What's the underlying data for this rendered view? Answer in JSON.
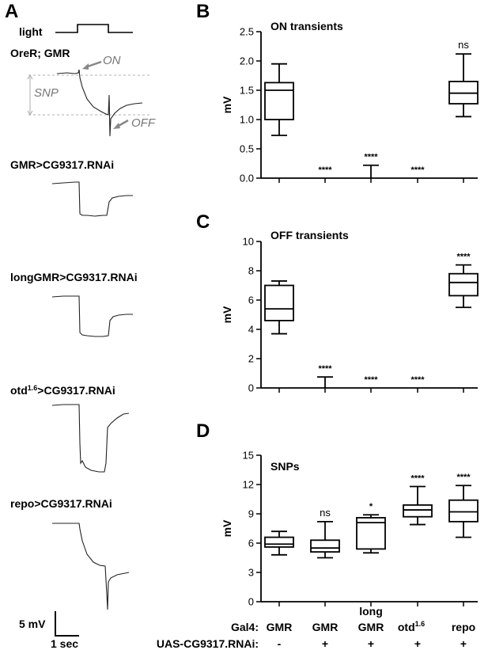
{
  "panelA": {
    "letter": "A",
    "light_label": "light",
    "traces": [
      {
        "label_main": "OreR; GMR",
        "label_sup": ""
      },
      {
        "label_main": "GMR>CG9317.RNAi",
        "label_sup": ""
      },
      {
        "label_main": "longGMR>CG9317.RNAi",
        "label_sup": ""
      },
      {
        "label_main": "otd",
        "label_sup": "1.6",
        "label_rest": ">CG9317.RNAi"
      },
      {
        "label_main": "repo>CG9317.RNAi",
        "label_sup": ""
      }
    ],
    "on_label": "ON",
    "off_label": "OFF",
    "snp_label": "SNP",
    "scale_mv": "5 mV",
    "scale_sec": "1 sec"
  },
  "chart_data": [
    {
      "letter": "B",
      "type": "box",
      "title": "ON transients",
      "ylabel": "mV",
      "ylim": [
        0,
        2.5
      ],
      "yticks": [
        "0.0",
        "0.5",
        "1.0",
        "1.5",
        "2.0",
        "2.5"
      ],
      "ytick_values": [
        0,
        0.5,
        1.0,
        1.5,
        2.0,
        2.5
      ],
      "boxes": [
        {
          "min": 0.73,
          "q1": 1.0,
          "median": 1.5,
          "q3": 1.63,
          "max": 1.95,
          "sig": ""
        },
        {
          "min": 0,
          "q1": 0,
          "median": 0,
          "q3": 0,
          "max": 0,
          "sig": "****"
        },
        {
          "min": 0,
          "q1": 0,
          "median": 0,
          "q3": 0,
          "max": 0.22,
          "sig": "****"
        },
        {
          "min": 0,
          "q1": 0,
          "median": 0,
          "q3": 0,
          "max": 0,
          "sig": "****"
        },
        {
          "min": 1.05,
          "q1": 1.27,
          "median": 1.45,
          "q3": 1.65,
          "max": 2.12,
          "sig": "ns"
        }
      ]
    },
    {
      "letter": "C",
      "type": "box",
      "title": "OFF transients",
      "ylabel": "mV",
      "ylim": [
        0,
        10
      ],
      "yticks": [
        "0",
        "2",
        "4",
        "6",
        "8",
        "10"
      ],
      "ytick_values": [
        0,
        2,
        4,
        6,
        8,
        10
      ],
      "boxes": [
        {
          "min": 3.7,
          "q1": 4.6,
          "median": 5.4,
          "q3": 7.0,
          "max": 7.3,
          "sig": ""
        },
        {
          "min": 0,
          "q1": 0,
          "median": 0,
          "q3": 0,
          "max": 0.75,
          "sig": "****"
        },
        {
          "min": 0,
          "q1": 0,
          "median": 0,
          "q3": 0,
          "max": 0,
          "sig": "****"
        },
        {
          "min": 0,
          "q1": 0,
          "median": 0,
          "q3": 0,
          "max": 0,
          "sig": "****"
        },
        {
          "min": 5.5,
          "q1": 6.3,
          "median": 7.2,
          "q3": 7.8,
          "max": 8.4,
          "sig": "****"
        }
      ]
    },
    {
      "letter": "D",
      "type": "box",
      "title": "SNPs",
      "ylabel": "mV",
      "ylim": [
        0,
        15
      ],
      "yticks": [
        "0",
        "3",
        "6",
        "9",
        "12",
        "15"
      ],
      "ytick_values": [
        0,
        3,
        6,
        9,
        12,
        15
      ],
      "boxes": [
        {
          "min": 4.8,
          "q1": 5.6,
          "median": 5.9,
          "q3": 6.6,
          "max": 7.2,
          "sig": ""
        },
        {
          "min": 4.5,
          "q1": 5.1,
          "median": 5.5,
          "q3": 6.3,
          "max": 8.2,
          "sig": "ns"
        },
        {
          "min": 5.0,
          "q1": 5.4,
          "median": 8.1,
          "q3": 8.6,
          "max": 8.9,
          "sig": "*"
        },
        {
          "min": 7.9,
          "q1": 8.7,
          "median": 9.4,
          "q3": 9.9,
          "max": 11.8,
          "sig": "****"
        },
        {
          "min": 6.6,
          "q1": 8.2,
          "median": 9.2,
          "q3": 10.4,
          "max": 11.9,
          "sig": "****"
        }
      ]
    }
  ],
  "xaxis": {
    "gal4_label": "Gal4:",
    "uas_label": "UAS-CG9317.RNAi:",
    "gal4": [
      {
        "line1": "",
        "line2": "GMR",
        "sup": ""
      },
      {
        "line1": "",
        "line2": "GMR",
        "sup": ""
      },
      {
        "line1": "long",
        "line2": "GMR",
        "sup": ""
      },
      {
        "line1": "",
        "line2": "otd",
        "sup": "1.6"
      },
      {
        "line1": "",
        "line2": "repo",
        "sup": ""
      }
    ],
    "uas": [
      "-",
      "+",
      "+",
      "+",
      "+"
    ]
  }
}
